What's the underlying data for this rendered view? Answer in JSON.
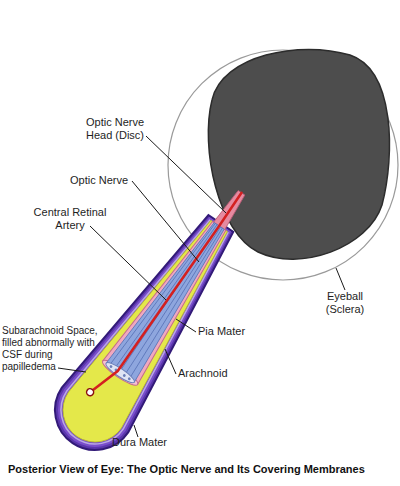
{
  "diagram": {
    "caption": "Posterior View of Eye: The Optic Nerve and Its Covering Membranes",
    "labels": [
      "Optic Nerve Head (Disc)",
      "Optic Nerve",
      "Central Retinal Artery",
      "Eyeball (Sclera)",
      "Pia Mater",
      "Subarachnoid Space, filled abnormally with CSF during papilledema",
      "Arachnoid",
      "Dura Mater"
    ]
  }
}
